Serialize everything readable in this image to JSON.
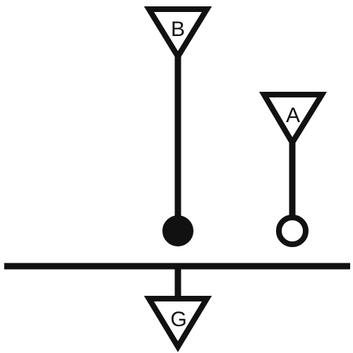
{
  "diagram": {
    "nodes": {
      "b": {
        "label": "B"
      },
      "a": {
        "label": "A"
      },
      "g": {
        "label": "G"
      }
    },
    "colors": {
      "stroke": "#111111",
      "background": "#ffffff",
      "filled_terminal": "#111111",
      "open_terminal": "#ffffff"
    }
  }
}
